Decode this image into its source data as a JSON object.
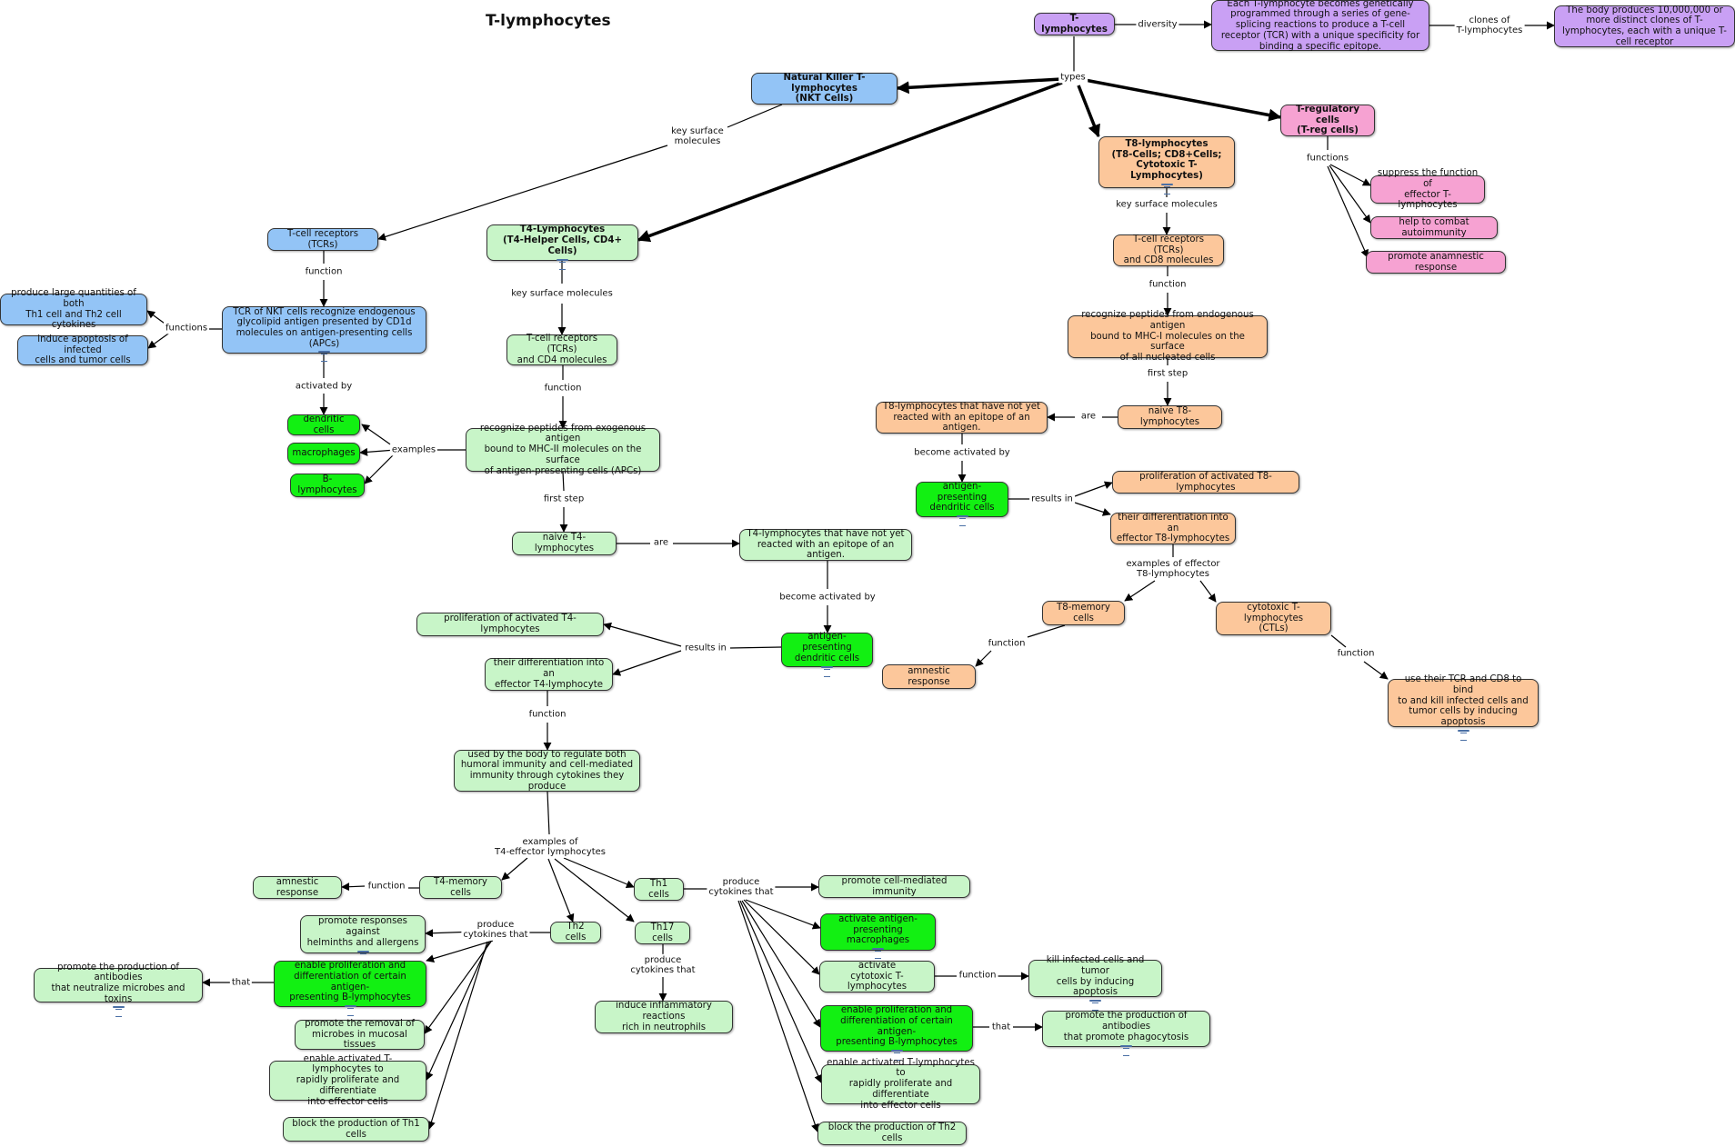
{
  "title": "T-lymphocytes",
  "colors": {
    "purple": "#c9a0f4",
    "blue": "#93c4f6",
    "pink": "#f6a2d2",
    "orange": "#fcc79b",
    "light_green": "#c8f5c8",
    "bright_green": "#12f012"
  },
  "nodes": {
    "t_lymph": "T-lymphocytes",
    "diversity_desc": "Each T-lymphocyte becomes genetically programmed through a series of gene-splicing reactions to produce a T-cell receptor (TCR) with a unique specificity for binding a specific epitope.",
    "clones_desc": "The body produces 10,000,000 or more distinct clones of T-lymphocytes, each with a unique T-cell receptor",
    "nkt": "Natural Killer T-lymphocytes\n(NKT Cells)",
    "treg": "T-regulatory cells\n(T-reg cells)",
    "t8": "T8-lymphocytes\n(T8-Cells; CD8+Cells;\nCytotoxic T-Lymphocytes)",
    "t4": "T4-Lymphocytes\n(T4-Helper Cells, CD4+ Cells)",
    "treg_f1": "suppress the function of\neffector T-lymphocytes",
    "treg_f2": "help to combat autoimmunity",
    "treg_f3": "promote anamnestic response",
    "nkt_tcr": "T-cell receptors (TCRs)",
    "nkt_func": "TCR of NKT cells recognize endogenous\nglycolipid antigen presented by CD1d\nmolecules on antigen-presenting cells (APCs)",
    "nkt_f1": "produce large quantities of both\nTh1 cell and Th2 cell cytokines",
    "nkt_f2": "induce apoptosis of infected\ncells and tumor cells",
    "apc_dendritic": "dendritic cells",
    "apc_macro": "macrophages",
    "apc_b": "B-lymphocytes",
    "t4_tcr": "T-cell receptors (TCRs)\nand CD4 molecules",
    "t4_recog": "recognize peptides from exogenous antigen\nbound to MHC-II molecules on the surface\nof antigen-presenting cells (APCs)",
    "t4_naive": "naive T4-lymphocytes",
    "t4_notyet": "T4-lymphocytes that have not yet\nreacted with an epitope of an antigen.",
    "t4_apc": "antigen-presenting\ndendritic cells",
    "t4_prolif": "proliferation of activated T4-lymphocytes",
    "t4_diff": "their differentiation into an\neffector T4-lymphocyte",
    "t4_used": "used by the body to regulate both\nhumoral immunity and cell-mediated\nimmunity through cytokines they produce",
    "t4_mem": "T4-memory cells",
    "t4_amnestic": "amnestic response",
    "th1": "Th1 cells",
    "th2": "Th2 cells",
    "th17": "Th17 cells",
    "th17_out": "induce inflammatory reactions\nrich in neutrophils",
    "th2_o1": "promote responses against\nhelminths and allergens",
    "th2_o2": "enable proliferation and\ndifferentiation of certain antigen-\npresenting B-lymphocytes",
    "th2_o2_that": "promote the production of antibodies\nthat neutralize microbes and toxins",
    "th2_o3": "promote the removal of\nmicrobes in mucosal tissues",
    "th2_o4": "enable activated T-lymphocytes to\nrapidly proliferate and differentiate\ninto effector cells",
    "th2_o5": "block the production of Th1 cells",
    "th1_o1": "promote cell-mediated immunity",
    "th1_o2": "activate antigen-\npresenting macrophages",
    "th1_o3": "activate\ncytotoxic T-lymphocytes",
    "th1_o3_f": "kill infected cells and tumor\ncells by inducing apoptosis",
    "th1_o4": "enable proliferation and\ndifferentiation of certain antigen-\npresenting B-lymphocytes",
    "th1_o4_that": "promote the production of antibodies\nthat promote phagocytosis",
    "th1_o5": "enable activated T-lymphocytes to\nrapidly proliferate and differentiate\ninto effector cells",
    "th1_o6": "block the production of Th2 cells",
    "t8_tcr": "T-cell receptors (TCRs)\nand CD8 molecules",
    "t8_recog": "recognize peptides from endogenous antigen\nbound to MHC-I molecules on the surface\nof all nucleated cells",
    "t8_naive": "naive T8-lymphocytes",
    "t8_notyet": "T8-lymphocytes that have not yet\nreacted with an epitope of an antigen.",
    "t8_apc": "antigen-presenting\ndendritic cells",
    "t8_prolif": "proliferation of activated T8-lymphocytes",
    "t8_diff": "their differentiation into an\neffector T8-lymphocytes",
    "t8_mem": "T8-memory cells",
    "t8_amnestic": "amnestic response",
    "t8_ctl": "cytotoxic T-lymphocytes\n(CTLs)",
    "t8_ctl_f": "use their TCR and CD8 to bind\nto and kill infected cells and\ntumor cells by inducing apoptosis"
  },
  "linking_phrases": {
    "diversity": "diversity",
    "clones": "clones of\nT-lymphocytes",
    "types": "types",
    "nkt_key": "key surface\nmolecules",
    "treg_functions": "functions",
    "t8_key": "key surface molecules",
    "nkt_function": "function",
    "nkt_functions": "functions",
    "activated_by": "activated by",
    "examples": "examples",
    "t4_key": "key surface molecules",
    "t4_function": "function",
    "t4_first": "first step",
    "t4_are": "are",
    "t4_become": "become activated by",
    "t4_results": "results in",
    "t4_diff_function": "function",
    "t4_examples": "examples of\nT4-effector lymphocytes",
    "t4_mem_function": "function",
    "th1_produce": "produce\ncytokines that",
    "th2_produce": "produce\ncytokines that",
    "th17_produce": "produce\ncytokines that",
    "th2_that": "that",
    "th1_function": "function",
    "th1_that": "that",
    "t8_function": "function",
    "t8_first": "first step",
    "t8_are": "are",
    "t8_become": "become activated by",
    "t8_results": "results in",
    "t8_examples": "examples of effector\nT8-lymphocytes",
    "t8_mem_function": "function",
    "t8_ctl_function": "function"
  }
}
